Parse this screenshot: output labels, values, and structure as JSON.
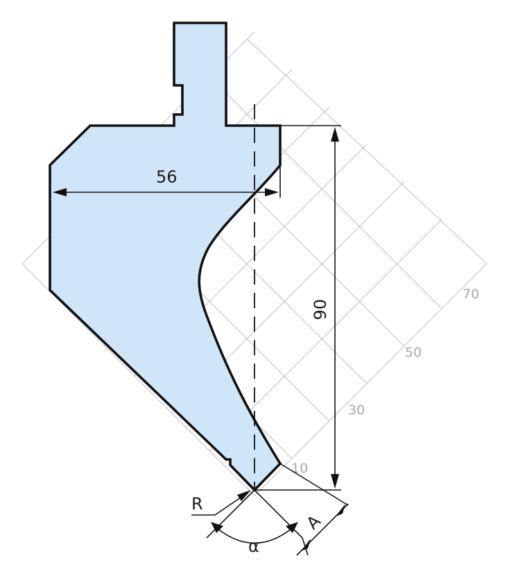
{
  "dimensions": {
    "width_label": "56",
    "height_label": "90",
    "radius_label": "R",
    "angle_label": "α",
    "tip_label": "A"
  },
  "grid": {
    "scale_labels": [
      "10",
      "30",
      "50",
      "70"
    ]
  },
  "colors": {
    "profile_fill": "#cfe6f8",
    "outline": "#111111",
    "grid": "#bdbdbd",
    "grid_labels": "#a8a8a8"
  }
}
